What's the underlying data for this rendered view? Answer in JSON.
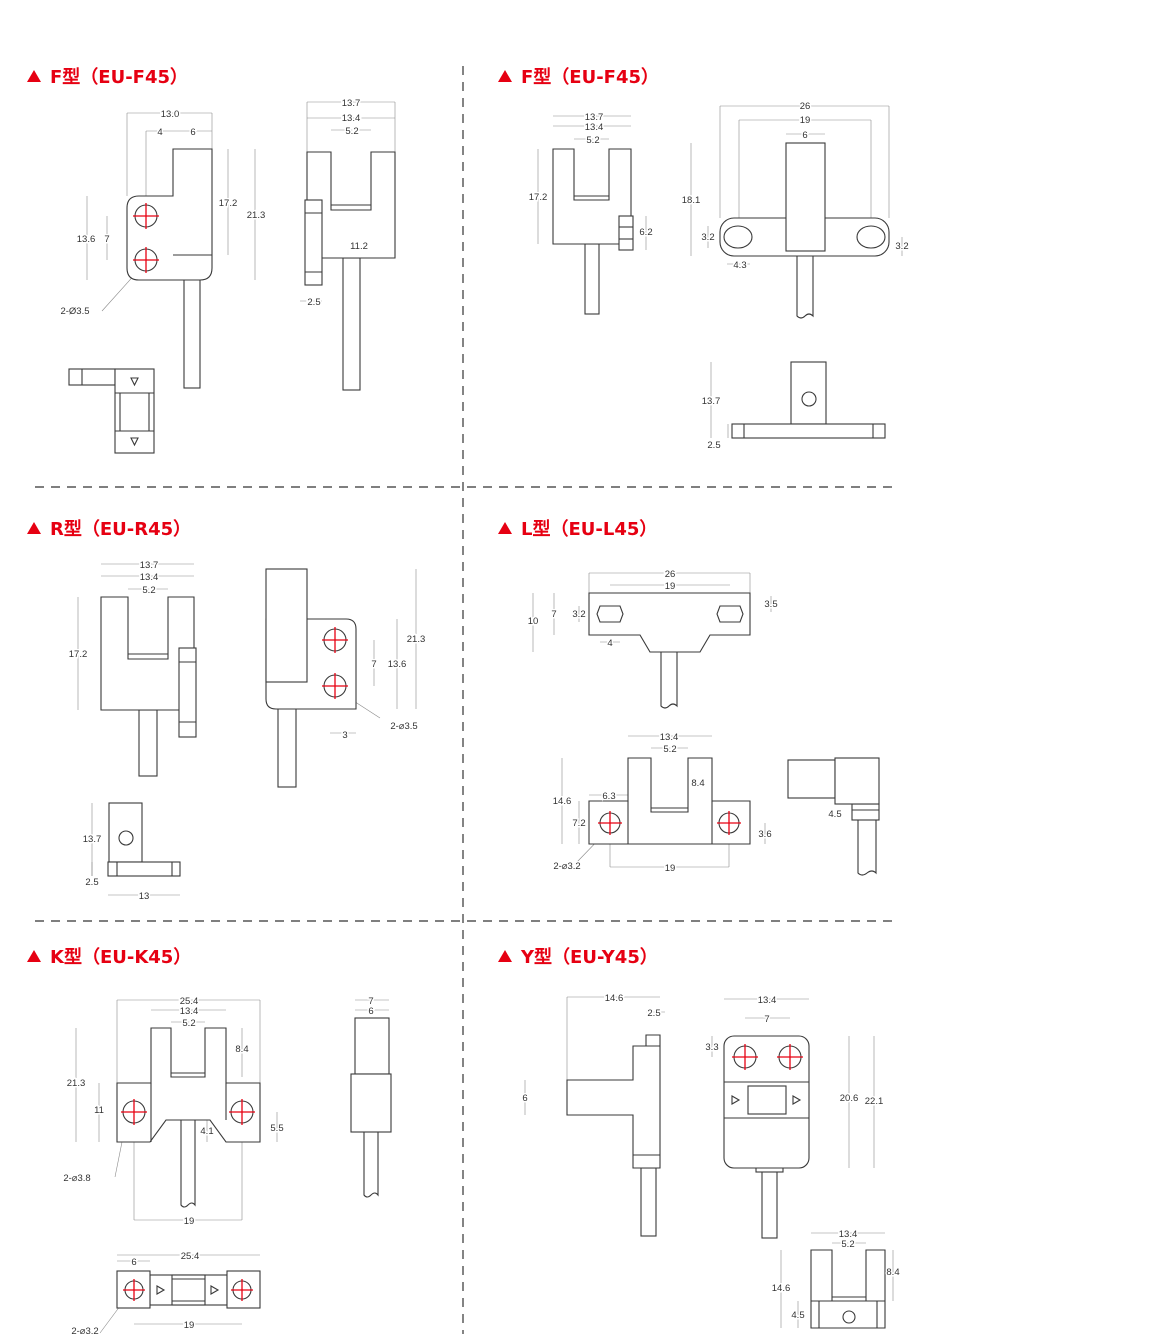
{
  "accent_color": "#e60012",
  "marker_icon": "triangle-up",
  "sections": [
    {
      "title": "F型（EU-F45）",
      "dims": [
        "13.0",
        "4",
        "6",
        "17.2",
        "21.3",
        "13.6",
        "7",
        "2-Ø3.5",
        "13.7",
        "13.4",
        "5.2",
        "11.2",
        "2.5"
      ]
    },
    {
      "title": "F型（EU-F45）",
      "dims": [
        "13.7",
        "13.4",
        "5.2",
        "17.2",
        "6.2",
        "26",
        "19",
        "6",
        "18.1",
        "3.2",
        "3.2",
        "4.3",
        "13.7",
        "2.5"
      ]
    },
    {
      "title": "R型（EU-R45）",
      "dims": [
        "13.7",
        "13.4",
        "5.2",
        "17.2",
        "21.3",
        "7",
        "13.6",
        "2-⌀3.5",
        "3",
        "13.7",
        "2.5",
        "13"
      ]
    },
    {
      "title": "L型（EU-L45）",
      "dims": [
        "26",
        "19",
        "10",
        "7",
        "3.2",
        "3.5",
        "4",
        "13.4",
        "5.2",
        "8.4",
        "14.6",
        "6.3",
        "7.2",
        "3.6",
        "2-⌀3.2",
        "19",
        "4.5"
      ]
    },
    {
      "title": "K型（EU-K45）",
      "dims": [
        "25.4",
        "13.4",
        "5.2",
        "8.4",
        "21.3",
        "11",
        "4.1",
        "5.5",
        "2-⌀3.8",
        "19",
        "7",
        "6",
        "25.4",
        "6",
        "19",
        "2-⌀3.2"
      ]
    },
    {
      "title": "Y型（EU-Y45）",
      "dims": [
        "14.6",
        "2.5",
        "6",
        "13.4",
        "7",
        "3.3",
        "20.6",
        "22.1",
        "13.4",
        "5.2",
        "8.4",
        "14.6",
        "4.5"
      ]
    }
  ]
}
